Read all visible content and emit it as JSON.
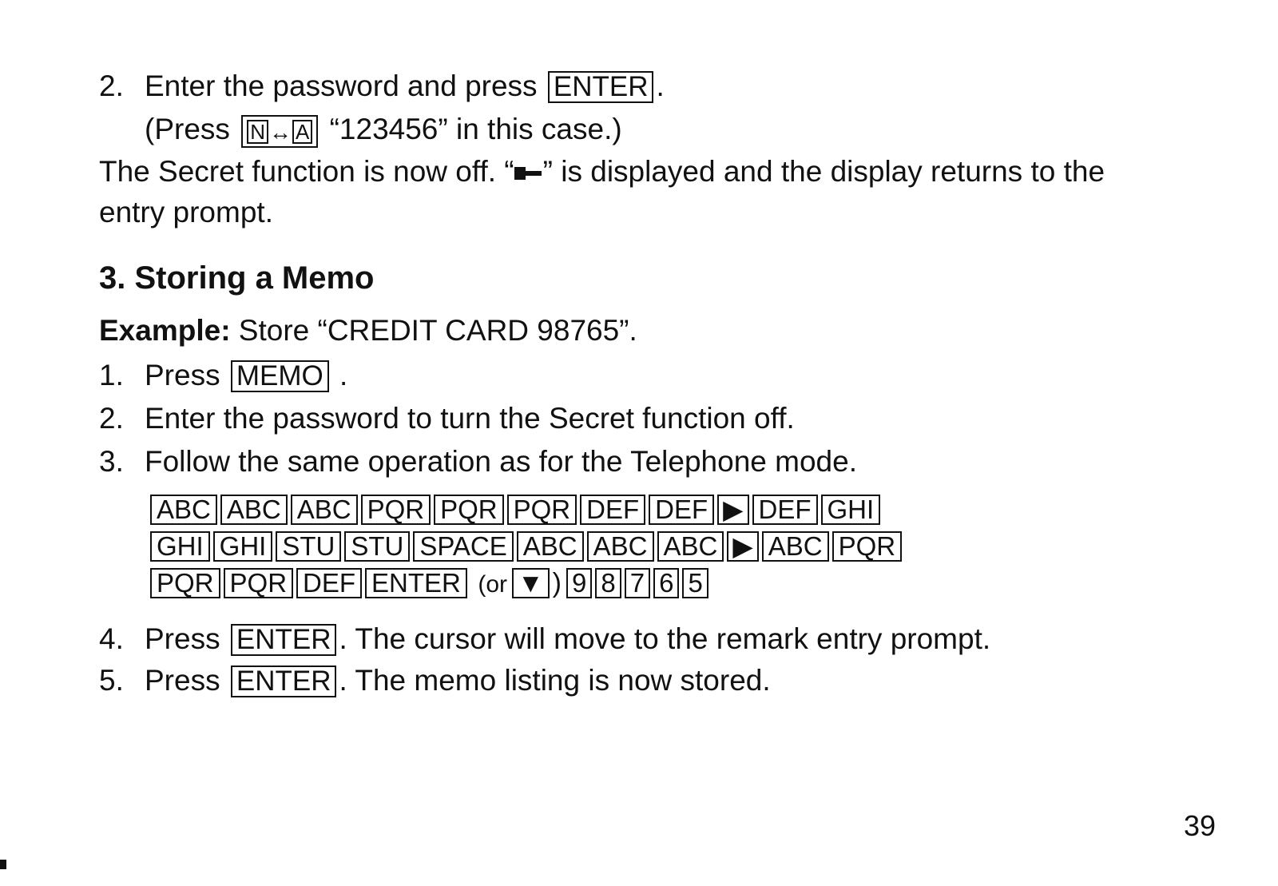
{
  "step2": {
    "num": "2.",
    "text": "Enter the password and press",
    "key": "ENTER",
    "period": "."
  },
  "step2_note": {
    "open": "(Press",
    "combo_left": "N",
    "combo_arrow": "↔",
    "combo_right": "A",
    "text": "“123456” in this case.)"
  },
  "secret_off": {
    "line1_a": "The Secret function is now off. “",
    "line1_b": "” is displayed and the display returns to the",
    "line2": "entry prompt."
  },
  "section": {
    "heading": "3.  Storing a Memo"
  },
  "example": {
    "label": "Example:",
    "text": "Store “CREDIT CARD 98765”."
  },
  "steps": {
    "s1": {
      "num": "1.",
      "text": "Press",
      "key": "MEMO",
      "period": "."
    },
    "s2": {
      "num": "2.",
      "text": "Enter the password to turn the Secret function off."
    },
    "s3": {
      "num": "3.",
      "text": "Follow the same operation as for the Telephone mode."
    },
    "s4": {
      "num": "4.",
      "text": "Press",
      "key": "ENTER",
      "rest": ". The cursor will move to the remark entry prompt."
    },
    "s5": {
      "num": "5.",
      "text": "Press",
      "key": "ENTER",
      "rest": ". The memo listing is now stored."
    }
  },
  "sequence": {
    "row1": [
      "ABC",
      "ABC",
      "ABC",
      "PQR",
      "PQR",
      "PQR",
      "DEF",
      "DEF",
      "▶",
      "DEF",
      "GHI"
    ],
    "row2": [
      "GHI",
      "GHI",
      "STU",
      "STU",
      "SPACE",
      "ABC",
      "ABC",
      "ABC",
      "▶",
      "ABC",
      "PQR"
    ],
    "row3": [
      "PQR",
      "PQR",
      "DEF",
      "ENTER"
    ],
    "row3_or_open": "(or",
    "row3_or_key": "▼",
    "row3_or_close": ")",
    "row3_digits": [
      "9",
      "8",
      "7",
      "6",
      "5"
    ]
  },
  "page_number": "39",
  "icons": {
    "key_icon": "key-icon"
  }
}
